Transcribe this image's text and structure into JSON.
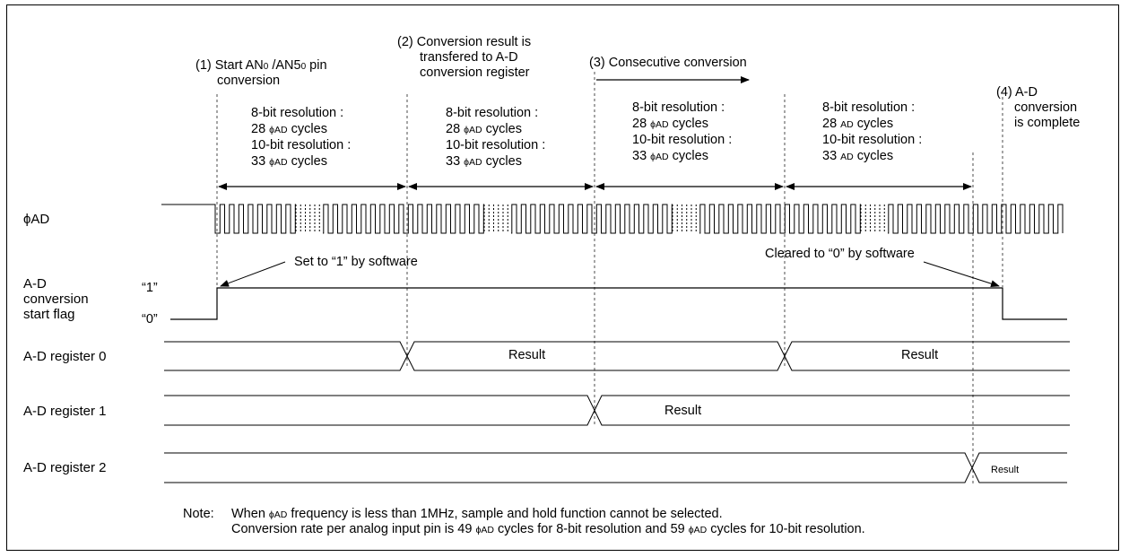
{
  "signals": {
    "phi_ad": "ϕAD",
    "flag_line1": "A-D",
    "flag_line2": "conversion",
    "flag_line3": "start flag",
    "flag_one": "“1”",
    "flag_zero": "“0”",
    "reg0": "A-D register 0",
    "reg1": "A-D register 1",
    "reg2": "A-D register 2"
  },
  "steps": {
    "s1_a": "(1) Start AN",
    "s1_sub1": "0",
    "s1_b": " /AN5",
    "s1_sub2": "0",
    "s1_c": " pin",
    "s1_line2": "conversion",
    "s2_line1": "(2) Conversion result is",
    "s2_line2": "transfered to A-D",
    "s2_line3": "conversion register",
    "s3": "(3) Consecutive conversion",
    "s4_line1": "(4)  A-D",
    "s4_line2": "conversion",
    "s4_line3": "is complete"
  },
  "durations": [
    {
      "l1": "8-bit resolution :",
      "l2_num": "28 ",
      "l2_sym": "ϕAD",
      "l2_txt": " cycles",
      "l3": "10-bit resolution :",
      "l4_num": "33 ",
      "l4_sym": "ϕAD",
      "l4_txt": " cycles"
    },
    {
      "l1": "8-bit resolution :",
      "l2_num": "28 ",
      "l2_sym": "ϕAD",
      "l2_txt": " cycles",
      "l3": "10-bit resolution :",
      "l4_num": "33 ",
      "l4_sym": "ϕAD",
      "l4_txt": " cycles"
    },
    {
      "l1": "8-bit resolution :",
      "l2_num": "28 ",
      "l2_sym": "ϕAD",
      "l2_txt": " cycles",
      "l3": "10-bit resolution :",
      "l4_num": "33 ",
      "l4_sym": "ϕAD",
      "l4_txt": " cycles"
    },
    {
      "l1": "8-bit resolution :",
      "l2_num": "28 ",
      "l2_sym": "AD",
      "l2_txt": " cycles",
      "l3": "10-bit resolution :",
      "l4_num": "33 ",
      "l4_sym": "AD",
      "l4_txt": " cycles"
    }
  ],
  "annotations": {
    "set_by_sw": "Set to “1” by software",
    "cleared_by_sw": "Cleared to “0” by software"
  },
  "results": {
    "r0a": "Result",
    "r0b": "Result",
    "r1": "Result",
    "r2": "Result"
  },
  "note": {
    "label": "Note:",
    "l1_a": "When ",
    "l1_sym": "ϕAD",
    "l1_b": " frequency is less than 1MHz, sample and hold function cannot be selected.",
    "l2_a": "Conversion rate per analog input pin is 49 ",
    "l2_sym1": "ϕAD",
    "l2_b": " cycles for 8-bit resolution and 59 ",
    "l2_sym2": "ϕAD",
    "l2_c": " cycles for 10-bit resolution."
  }
}
